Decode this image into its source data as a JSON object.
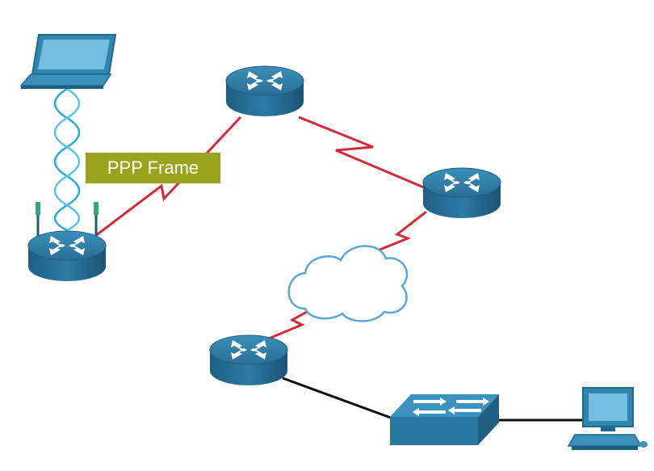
{
  "frame_label": "PPP Frame",
  "colors": {
    "serial_link": "#d32b3a",
    "ethernet_link": "#111111",
    "device_blue": "#2a7aa3",
    "label_bg": "#9aa31b",
    "wireless_wave": "#2aa7dc"
  },
  "devices": [
    {
      "name": "laptop-icon",
      "type": "laptop"
    },
    {
      "name": "wireless-router-icon",
      "type": "wireless-router"
    },
    {
      "name": "router-top-icon",
      "type": "router"
    },
    {
      "name": "router-right-icon",
      "type": "router"
    },
    {
      "name": "router-bottom-icon",
      "type": "router"
    },
    {
      "name": "cloud-icon",
      "type": "wan-cloud"
    },
    {
      "name": "switch-icon",
      "type": "switch"
    },
    {
      "name": "desktop-pc-icon",
      "type": "pc"
    }
  ]
}
